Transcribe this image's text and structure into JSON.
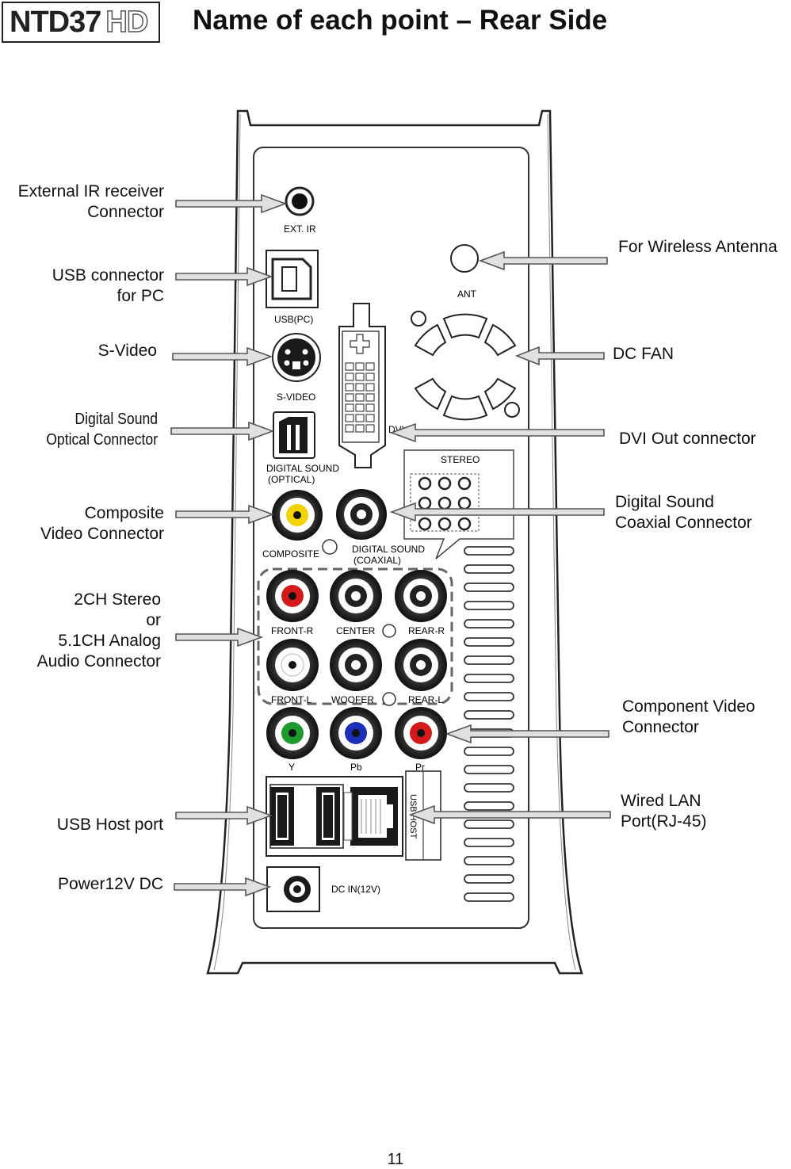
{
  "header": {
    "logo_main": "NTD37",
    "logo_suffix": "HD",
    "title": "Name of each point – Rear Side"
  },
  "labels": {
    "ext_ir": [
      "External IR receiver",
      "Connector"
    ],
    "usb_pc": [
      "USB connector",
      "for PC"
    ],
    "svideo": [
      "S-Video"
    ],
    "optical": [
      "Digital Sound",
      "Optical Connector"
    ],
    "composite": [
      "Composite",
      "Video Connector"
    ],
    "analog": [
      "2CH Stereo",
      "or",
      "5.1CH Analog",
      "Audio Connector"
    ],
    "usb_host": [
      "USB Host port"
    ],
    "power": [
      "Power12V DC"
    ],
    "antenna": [
      "For Wireless Antenna"
    ],
    "fan": [
      "DC FAN"
    ],
    "dvi": [
      "DVI Out connector"
    ],
    "coaxial": [
      "Digital Sound",
      "Coaxial Connector"
    ],
    "component": [
      "Component Video",
      "Connector"
    ],
    "lan": [
      "Wired LAN",
      "Port(RJ-45)"
    ]
  },
  "panel_text": {
    "ext_ir": "EXT. IR",
    "usb_pc": "USB(PC)",
    "svideo": "S-VIDEO",
    "optical_1": "DIGITAL SOUND",
    "optical_2": "(OPTICAL)",
    "composite": "COMPOSITE",
    "coaxial_1": "DIGITAL SOUND",
    "coaxial_2": "(COAXIAL)",
    "ant": "ANT",
    "dvi": "DVI",
    "stereo": "STEREO",
    "front_r": "FRONT-R",
    "center": "CENTER",
    "rear_r": "REAR-R",
    "front_l": "FRONT-L",
    "woofer": "WOOFER",
    "rear_l": "REAR-L",
    "y": "Y",
    "pb": "Pb",
    "pr": "Pr",
    "usb_host": "USB HOST",
    "dc_in": "DC IN(12V)"
  },
  "colors": {
    "red": "#d41a1a",
    "yellow": "#f2d200",
    "green": "#1c9a2e",
    "blue": "#1c2fb8",
    "arrow_fill": "#e0e0e0",
    "arrow_stroke": "#555555"
  },
  "page_number": "11"
}
